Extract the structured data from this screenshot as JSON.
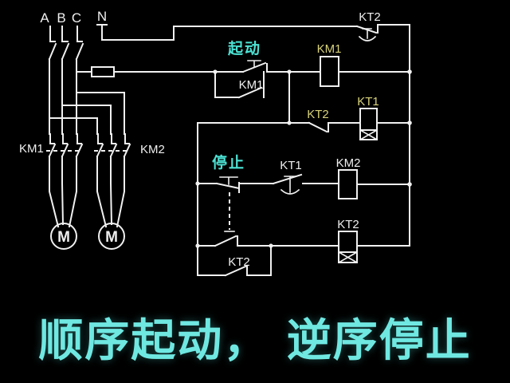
{
  "colors": {
    "background": "#000000",
    "wire": "#f0f0f0",
    "label_white": "#efefef",
    "label_yellow": "#d9d37a",
    "button_text_cyan": "#4ce2d4",
    "caption_cyan": "#70e8e2"
  },
  "power_circuit": {
    "phase_labels": [
      "A",
      "B",
      "C"
    ],
    "neutral_label": "N",
    "contactor_main_left_label": "KM1",
    "contactor_main_right_label": "KM2",
    "motor_left_label": "M",
    "motor_right_label": "M"
  },
  "control_circuit": {
    "kt2_nc_top_label": "KT2",
    "start_button_label": "起动",
    "km1_selfhold_label": "KM1",
    "km1_coil_label": "KM1",
    "kt2_no_label": "KT2",
    "kt1_coil_label": "KT1",
    "stop_button_label": "停止",
    "kt1_delay_label": "KT1",
    "km2_coil_label": "KM2",
    "kt2_selfhold_label": "KT2",
    "kt2_coil_label": "KT2"
  },
  "caption": {
    "text": "顺序起动， 逆序停止"
  }
}
